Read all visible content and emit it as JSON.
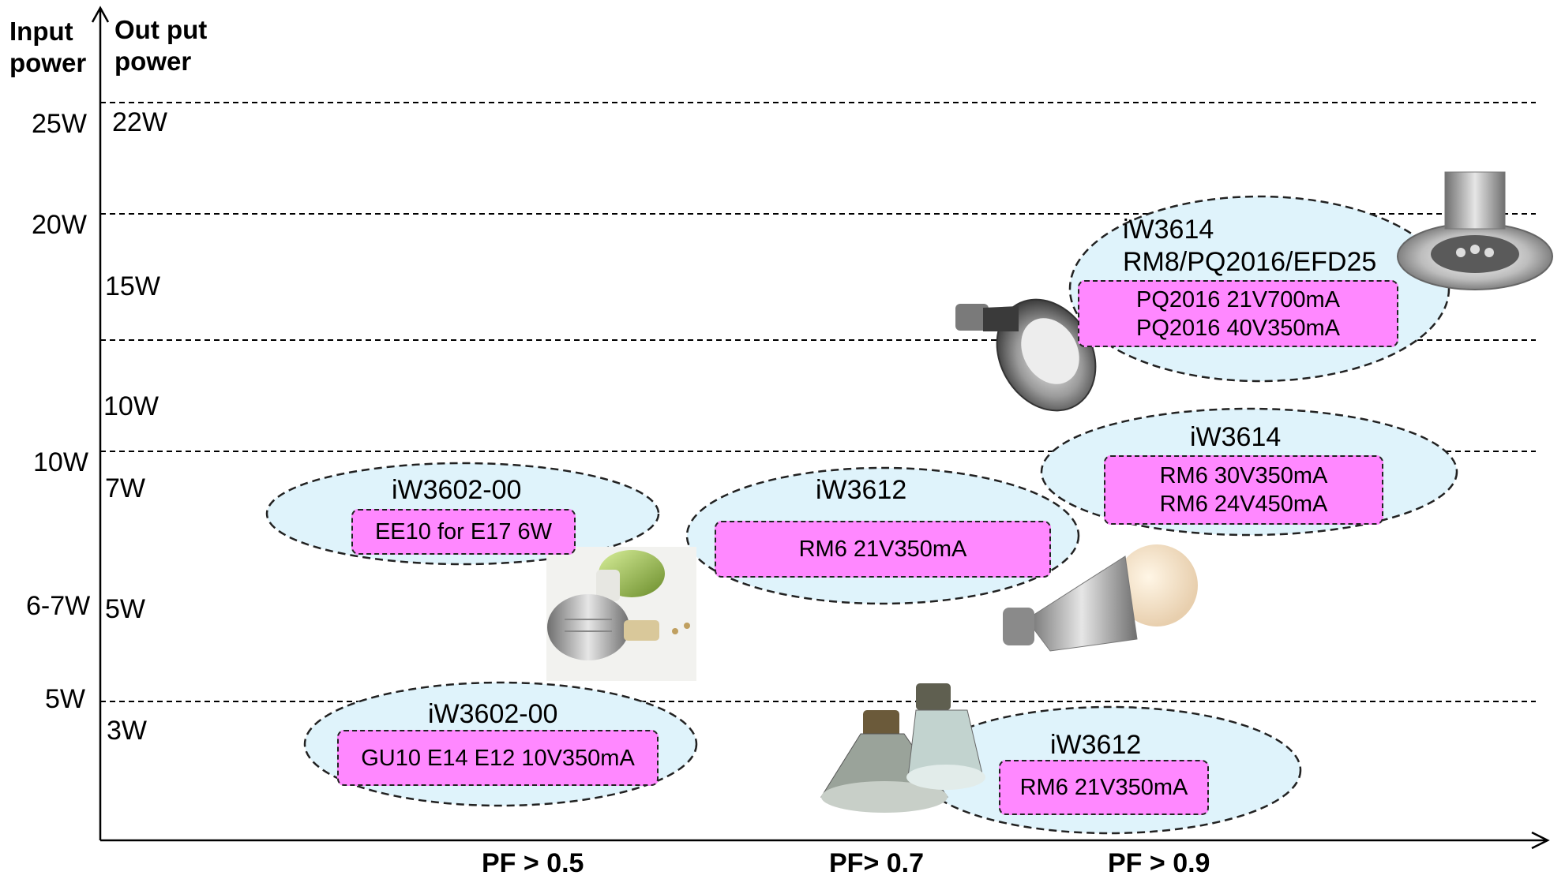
{
  "axis": {
    "input_title": [
      "Input",
      "power"
    ],
    "output_title": [
      "Out put",
      "power"
    ],
    "input_labels": [
      "25W",
      "20W",
      "10W",
      "6-7W",
      "5W"
    ],
    "output_labels": [
      "22W",
      "15W",
      "10W",
      "7W",
      "5W",
      "3W"
    ],
    "pf_labels": [
      "PF > 0.5",
      "PF> 0.7",
      "PF > 0.9"
    ]
  },
  "colors": {
    "ellipse_fill": "#dff3fb",
    "box_fill": "#ff88ff",
    "line": "#000000"
  },
  "groups": [
    {
      "chip": "iW3602-00",
      "lines": [
        "EE10 for E17  6W"
      ]
    },
    {
      "chip": "iW3612",
      "lines": [
        "RM6  21V350mA"
      ]
    },
    {
      "chip": "iW3614",
      "lines": [
        "RM6  30V350mA",
        "RM6  24V450mA"
      ]
    },
    {
      "chip": "iW3614",
      "subtitle": "RM8/PQ2016/EFD25",
      "lines": [
        "PQ2016  21V700mA",
        "PQ2016  40V350mA"
      ]
    },
    {
      "chip": "iW3602-00",
      "lines": [
        "GU10 E14 E12 10V350mA"
      ]
    },
    {
      "chip": "iW3612",
      "lines": [
        "RM6  21V350mA"
      ]
    }
  ],
  "images": [
    "mr16-bulbs-image",
    "globe-bulb-image",
    "par-lamp-image",
    "downlight-image",
    "par-spot-pair-image"
  ]
}
